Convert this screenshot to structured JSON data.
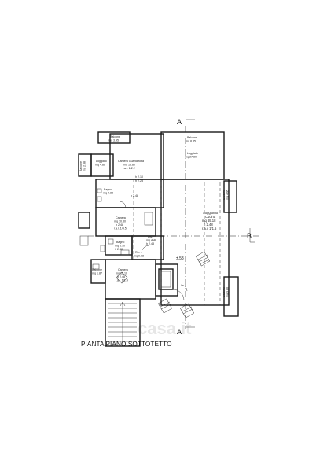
{
  "title": "PIANTA PIANO SOTTOTETTO",
  "watermark": "casa.it",
  "section_markers": {
    "a_top": "A",
    "a_bottom": "A",
    "b": "B"
  },
  "marks": {
    "scale_mark": "±.58"
  },
  "rooms": [
    {
      "id": "balcone-top-left",
      "lines": [
        "Balcone",
        "mq 3.95"
      ]
    },
    {
      "id": "balcone-left-small",
      "lines": [
        "Balcone",
        "mq 2.88"
      ]
    },
    {
      "id": "loggiato-left",
      "lines": [
        "Loggiato",
        "mq 4.86"
      ]
    },
    {
      "id": "camera-guardaroba",
      "lines": [
        "Camera Guardaroba",
        "mq 16.80",
        "r.a.i. 1/2.2"
      ]
    },
    {
      "id": "bagno-1",
      "lines": [
        "Bagno",
        "mq 4.88"
      ]
    },
    {
      "id": "disimpegno-top",
      "lines": [
        "h 2.48"
      ]
    },
    {
      "id": "camera-middle",
      "lines": [
        "Camera",
        "mq 10.30",
        "h 2.48",
        "r.a.i. 1/4.5"
      ]
    },
    {
      "id": "dis",
      "lines": [
        "Dis.",
        "mq 4.48",
        "h 2.48"
      ]
    },
    {
      "id": "bagno-2",
      "lines": [
        "Bagno",
        "mq 6.70",
        "h 2.48"
      ]
    },
    {
      "id": "rip",
      "lines": [
        "Rip.",
        "mq 0.98"
      ]
    },
    {
      "id": "balcone-mid-left",
      "lines": [
        "Balcone",
        "mq 1.87"
      ]
    },
    {
      "id": "camera-bottom",
      "lines": [
        "Camera",
        "mq 16.10",
        "h 2.48",
        "r.a.i. 1/1.4"
      ]
    },
    {
      "id": "balcone-top-right",
      "lines": [
        "Balcone",
        "mq 8.35"
      ]
    },
    {
      "id": "loggiato-right",
      "lines": [
        "Loggiato",
        "mq 27.80"
      ]
    },
    {
      "id": "balcone-right",
      "lines": [
        "Balcone",
        "mq 4.95"
      ]
    },
    {
      "id": "soggiorno-cucina",
      "lines": [
        "Soggiorno",
        "Cucina",
        "mq 65.18",
        "h 2.48",
        "r.a.i. 1/1.5"
      ]
    },
    {
      "id": "balcone-bottom-right",
      "lines": [
        "Balcone",
        "mq 3.80"
      ]
    }
  ],
  "heights": [
    "h 2.10",
    "h 2.28"
  ]
}
